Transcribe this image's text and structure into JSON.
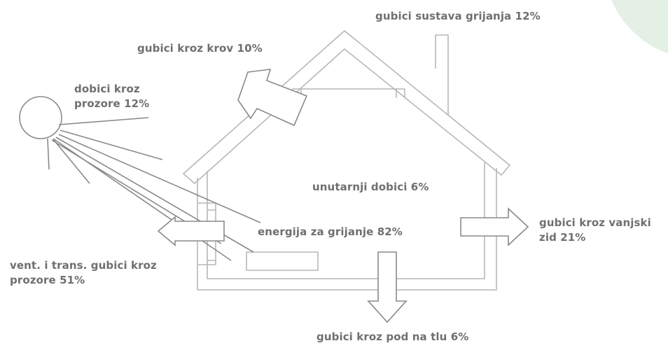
{
  "labels": {
    "heating_system_losses": "gubici sustava grijanja 12%",
    "roof_losses": "gubici kroz krov 10%",
    "window_gains_line1": "dobici kroz",
    "window_gains_line2": "prozore 12%",
    "internal_gains": "unutarnji dobici 6%",
    "heating_energy": "energija za grijanje 82%",
    "wall_losses_line1": "gubici kroz vanjski",
    "wall_losses_line2": "zid 21%",
    "window_losses_line1": "vent. i trans. gubici kroz",
    "window_losses_line2": "prozore 51%",
    "floor_losses": "gubici kroz pod na tlu 6%"
  },
  "colors": {
    "line": "#8a8a8a",
    "line_light": "#b7b7b7",
    "text": "#6f6f6f",
    "leaf": "#e4f0e6"
  }
}
